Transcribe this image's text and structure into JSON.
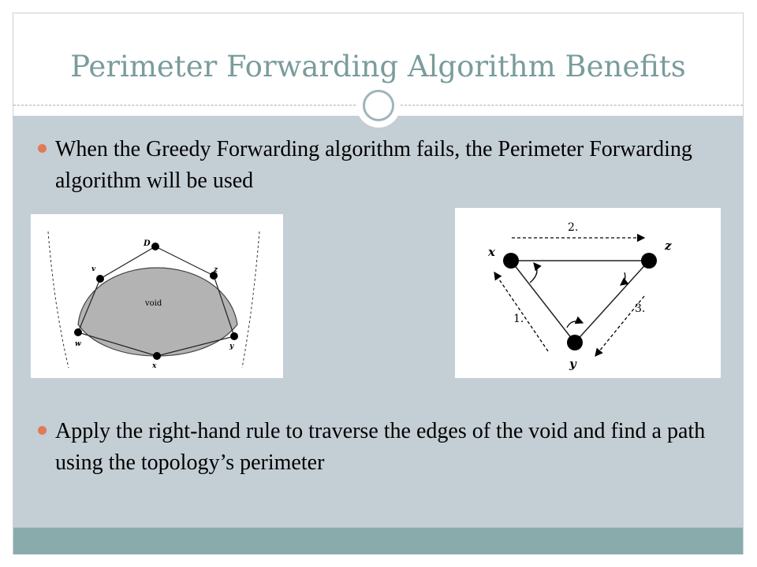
{
  "slide": {
    "title": "Perimeter Forwarding Algorithm Benefits",
    "bullets": [
      "When the Greedy Forwarding algorithm fails, the Perimeter Forwarding algorithm will be used",
      "Apply the right-hand rule to traverse the edges of the void and find a path using the topology’s perimeter"
    ]
  },
  "figure_void": {
    "region_label": "void",
    "nodes": [
      "D",
      "v",
      "z",
      "w",
      "y",
      "x"
    ]
  },
  "figure_triangle": {
    "nodes": [
      "x",
      "z",
      "y"
    ],
    "steps": [
      "2.",
      "1.",
      "3."
    ]
  },
  "colors": {
    "title": "#7a9c9c",
    "content_bg": "#c4ced5",
    "footer_bg": "#8aabab",
    "bullet": "#e07a55"
  }
}
